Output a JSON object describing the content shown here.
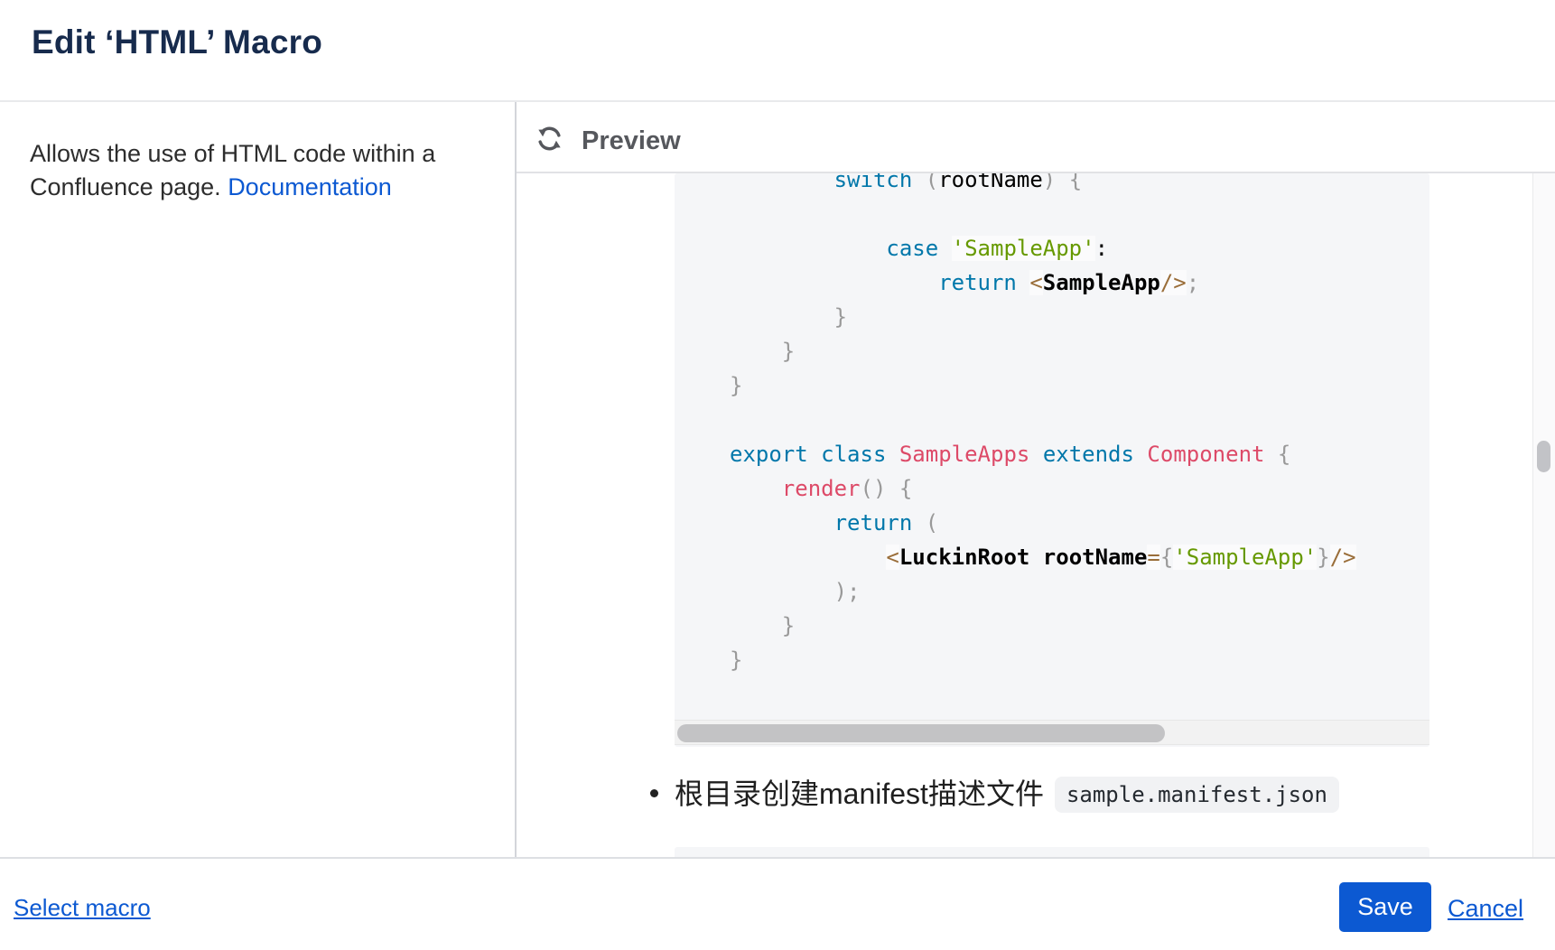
{
  "dialog": {
    "title": "Edit ‘HTML’ Macro"
  },
  "left_panel": {
    "description": "Allows the use of HTML code within a Confluence page.",
    "doc_link_label": "Documentation"
  },
  "preview": {
    "header": {
      "label": "Preview",
      "icon": "refresh-icon"
    },
    "code": {
      "language": "jsx",
      "lines": [
        [
          [
            "n",
            "        "
          ],
          [
            "k",
            "switch"
          ],
          [
            "n",
            " "
          ],
          [
            "p",
            "("
          ],
          [
            "n",
            "rootName"
          ],
          [
            "p",
            ")"
          ],
          [
            "n",
            " "
          ],
          [
            "p",
            "{"
          ]
        ],
        [],
        [
          [
            "n",
            "            "
          ],
          [
            "k",
            "case"
          ],
          [
            "n",
            " "
          ],
          [
            "s",
            "'SampleApp'"
          ],
          [
            "n",
            ":"
          ]
        ],
        [
          [
            "n",
            "                "
          ],
          [
            "k",
            "return"
          ],
          [
            "n",
            " "
          ],
          [
            "o",
            "<"
          ],
          [
            "t",
            "SampleApp"
          ],
          [
            "o",
            "/>"
          ],
          [
            "p",
            ";"
          ]
        ],
        [
          [
            "n",
            "        "
          ],
          [
            "p",
            "}"
          ]
        ],
        [
          [
            "n",
            "    "
          ],
          [
            "p",
            "}"
          ]
        ],
        [
          [
            "p",
            "}"
          ]
        ],
        [],
        [
          [
            "k",
            "export"
          ],
          [
            "n",
            " "
          ],
          [
            "k",
            "class"
          ],
          [
            "n",
            " "
          ],
          [
            "c",
            "SampleApps"
          ],
          [
            "n",
            " "
          ],
          [
            "k",
            "extends"
          ],
          [
            "n",
            " "
          ],
          [
            "c",
            "Component"
          ],
          [
            "n",
            " "
          ],
          [
            "p",
            "{"
          ]
        ],
        [
          [
            "n",
            "    "
          ],
          [
            "c",
            "render"
          ],
          [
            "p",
            "()"
          ],
          [
            "n",
            " "
          ],
          [
            "p",
            "{"
          ]
        ],
        [
          [
            "n",
            "        "
          ],
          [
            "k",
            "return"
          ],
          [
            "n",
            " "
          ],
          [
            "p",
            "("
          ]
        ],
        [
          [
            "n",
            "            "
          ],
          [
            "o",
            "<"
          ],
          [
            "t",
            "LuckinRoot"
          ],
          [
            "n",
            " "
          ],
          [
            "t",
            "rootName"
          ],
          [
            "o",
            "="
          ],
          [
            "p",
            "{"
          ],
          [
            "s",
            "'SampleApp'"
          ],
          [
            "p",
            "}"
          ],
          [
            "o",
            "/>"
          ]
        ],
        [
          [
            "n",
            "        "
          ],
          [
            "p",
            ");"
          ]
        ],
        [
          [
            "n",
            "    "
          ],
          [
            "p",
            "}"
          ]
        ],
        [
          [
            "p",
            "}"
          ]
        ]
      ],
      "token_colors": {
        "keyword": "#0077AA",
        "string": "#669900",
        "class_name": "#DD4A68",
        "operator": "#9A6E3A",
        "punctuation": "#999999",
        "plain": "#000000"
      },
      "background": "#F5F6F8"
    },
    "bullet_item": {
      "text": "根目录创建manifest描述文件",
      "code_chip": "sample.manifest.json"
    }
  },
  "footer": {
    "select_macro_label": "Select macro",
    "save_label": "Save",
    "cancel_label": "Cancel"
  },
  "colors": {
    "accent_blue": "#0C59D2",
    "title_text": "#172B4D",
    "preview_label_gray": "#56585D",
    "divider_gray": "#E1E2E5",
    "scrollbar_thumb": "#C2C3C7",
    "chip_background": "#F1F2F4"
  }
}
